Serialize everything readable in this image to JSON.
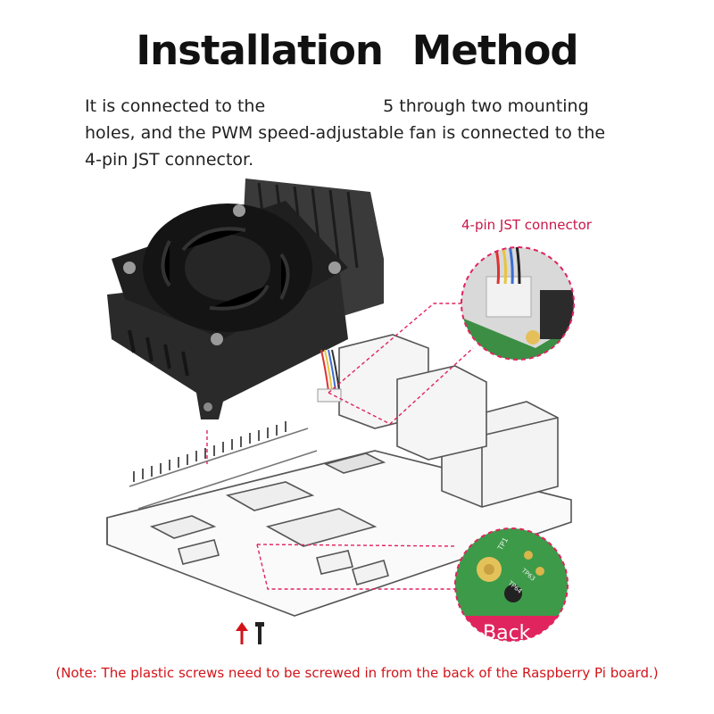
{
  "title": "Installation  Method",
  "intro": {
    "line1_before": "It is connected to the",
    "line1_after": "5 through two mounting",
    "line2": "holes, and the PWM speed-adjustable fan is connected to the",
    "line3": "4-pin JST connector."
  },
  "callouts": {
    "jst_connector": "4-pin JST connector",
    "back": "Back"
  },
  "pcb_silkscreen": {
    "tp1": "TP1",
    "tp63": "TP63",
    "tp64": "TP64"
  },
  "note": "(Note: The plastic screws need to be screwed in from the back of the Raspberry Pi board.)",
  "colors": {
    "accent_red": "#d2141a",
    "callout_pink": "#e0245e",
    "heatsink": "#2a2a2a",
    "pcb_green": "#2f8a3c",
    "board_outline": "#555555"
  },
  "icons": [
    "fan-icon",
    "heatsink-icon",
    "screw-icon",
    "up-arrow-icon"
  ]
}
